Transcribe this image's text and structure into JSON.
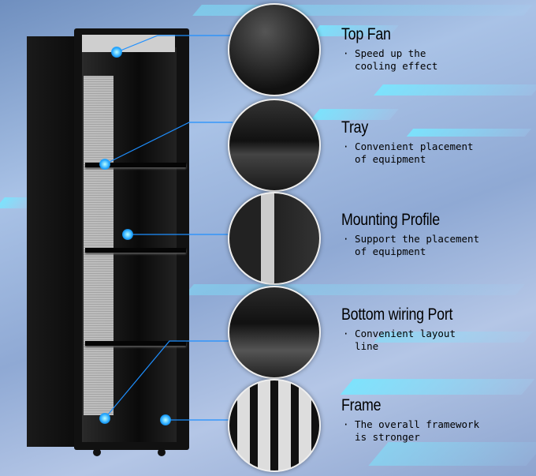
{
  "features": [
    {
      "title": "Top Fan",
      "description": "· Speed up the\n  cooling effect"
    },
    {
      "title": "Tray",
      "description": "· Convenient placement\n  of equipment"
    },
    {
      "title": "Mounting Profile",
      "description": "· Support the placement\n  of equipment"
    },
    {
      "title": "Bottom wiring Port",
      "description": "· Convenient layout\n  line"
    },
    {
      "title": "Frame",
      "description": "· The overall framework\n  is stronger"
    }
  ],
  "colors": {
    "callout_line": "#1e8fff",
    "highlight_dot": "#1aa0ff"
  }
}
